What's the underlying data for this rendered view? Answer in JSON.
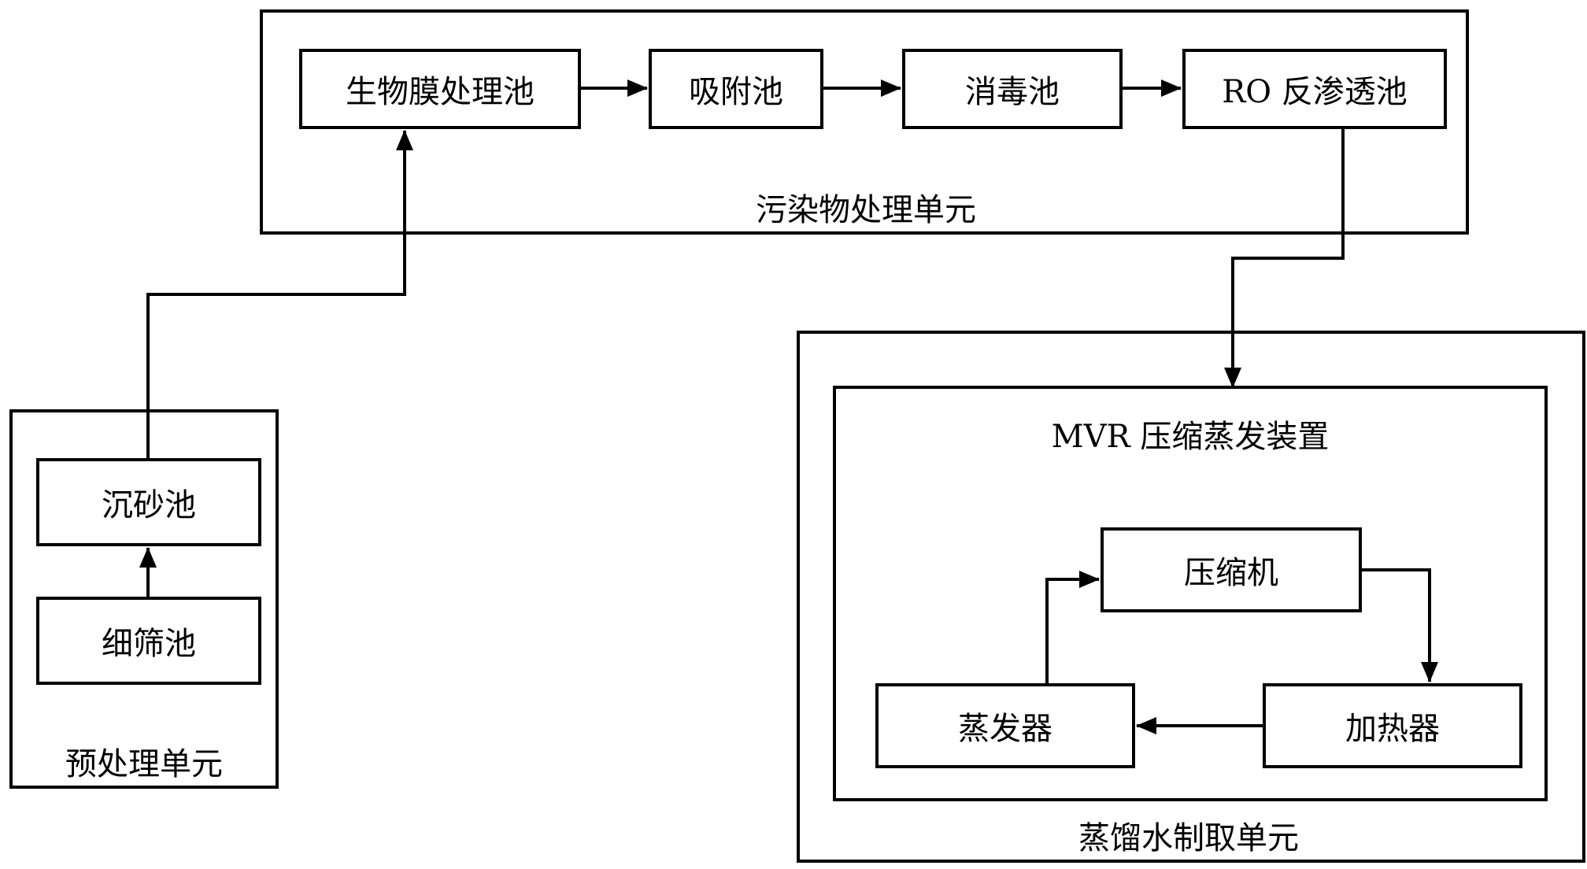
{
  "units": {
    "pretreatment": {
      "label": "预处理单元",
      "nodes": {
        "grit_tank": "沉砂池",
        "fine_screen_tank": "细筛池"
      }
    },
    "pollutant": {
      "label": "污染物处理单元",
      "nodes": {
        "biofilm_tank": "生物膜处理池",
        "adsorption_tank": "吸附池",
        "disinfection_tank": "消毒池",
        "ro_tank": "RO 反渗透池"
      }
    },
    "distilled": {
      "label": "蒸馏水制取单元",
      "mvr": {
        "label": "MVR 压缩蒸发装置",
        "nodes": {
          "compressor": "压缩机",
          "heater": "加热器",
          "evaporator": "蒸发器"
        }
      }
    }
  },
  "colors": {
    "line": "#000000",
    "background": "#ffffff"
  }
}
